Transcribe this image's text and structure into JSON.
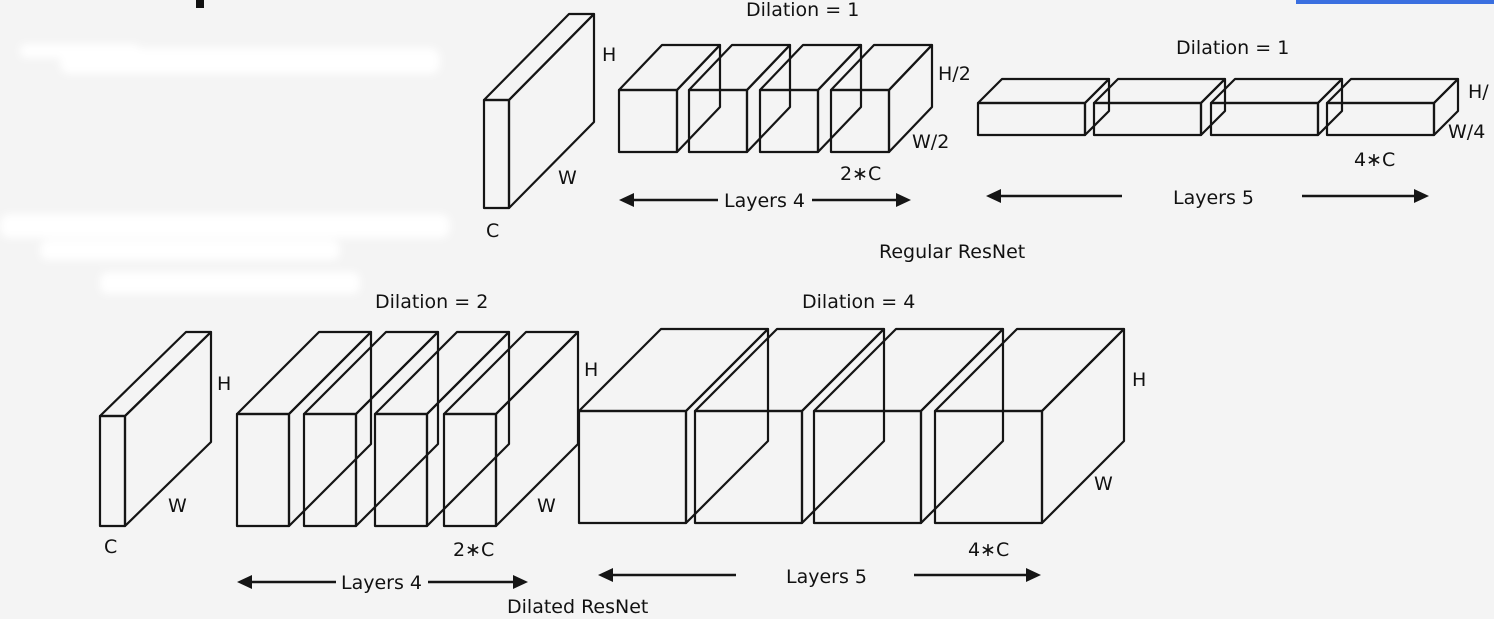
{
  "regular": {
    "title": "Regular ResNet",
    "input": {
      "h": "H",
      "w": "W",
      "c": "C"
    },
    "layers4": {
      "dilation": "Dilation = 1",
      "h": "H/2",
      "w": "W/2",
      "c": "2∗C",
      "label": "Layers 4"
    },
    "layers5": {
      "dilation": "Dilation = 1",
      "h": "H/",
      "w": "W/4",
      "c": "4∗C",
      "label": "Layers 5"
    }
  },
  "dilated": {
    "title": "Dilated ResNet",
    "input": {
      "h": "H",
      "w": "W",
      "c": "C"
    },
    "layers4": {
      "dilation": "Dilation = 2",
      "h": "H",
      "w": "W",
      "c": "2∗C",
      "label": "Layers 4"
    },
    "layers5": {
      "dilation": "Dilation = 4",
      "h": "H",
      "w": "W",
      "c": "4∗C",
      "label": "Layers 5"
    }
  },
  "colors": {
    "stroke": "#151515",
    "background": "#f4f4f4"
  }
}
